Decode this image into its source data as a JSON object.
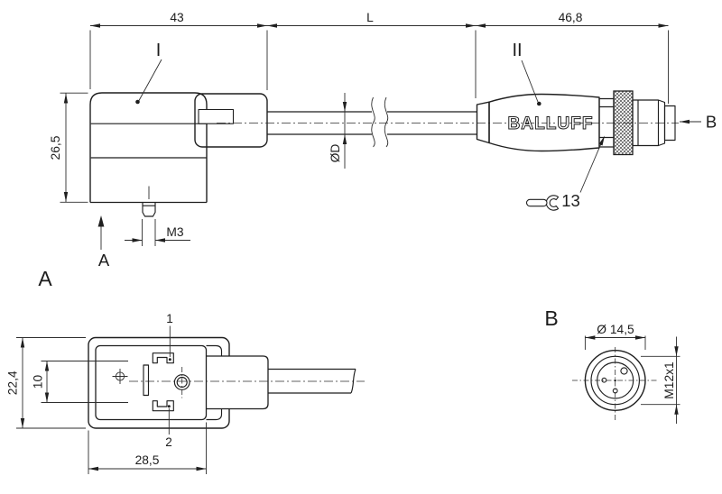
{
  "top_view": {
    "dims": {
      "connector_width": "43",
      "cable_length": "L",
      "m12_length": "46,8",
      "connector_height": "26,5",
      "stud_thread": "M3",
      "cable_diameter": "ØD",
      "wrench_size": "13"
    },
    "labels": {
      "part_valve_plug": "I",
      "part_m12_connector": "II",
      "view_ref_a": "A",
      "view_ref_b": "B",
      "brand": "BALLUFF"
    }
  },
  "view_a": {
    "title": "A",
    "dims": {
      "height": "22,4",
      "pin_spacing": "10",
      "width": "28,5"
    },
    "pins": {
      "pin1": "1",
      "pin2": "2"
    }
  },
  "view_b": {
    "title": "B",
    "dims": {
      "diameter": "Ø 14,5",
      "thread": "M12x1"
    }
  },
  "colors": {
    "line": "#1f1f1f",
    "dim_line": "#2e2e2e",
    "background": "#ffffff"
  }
}
